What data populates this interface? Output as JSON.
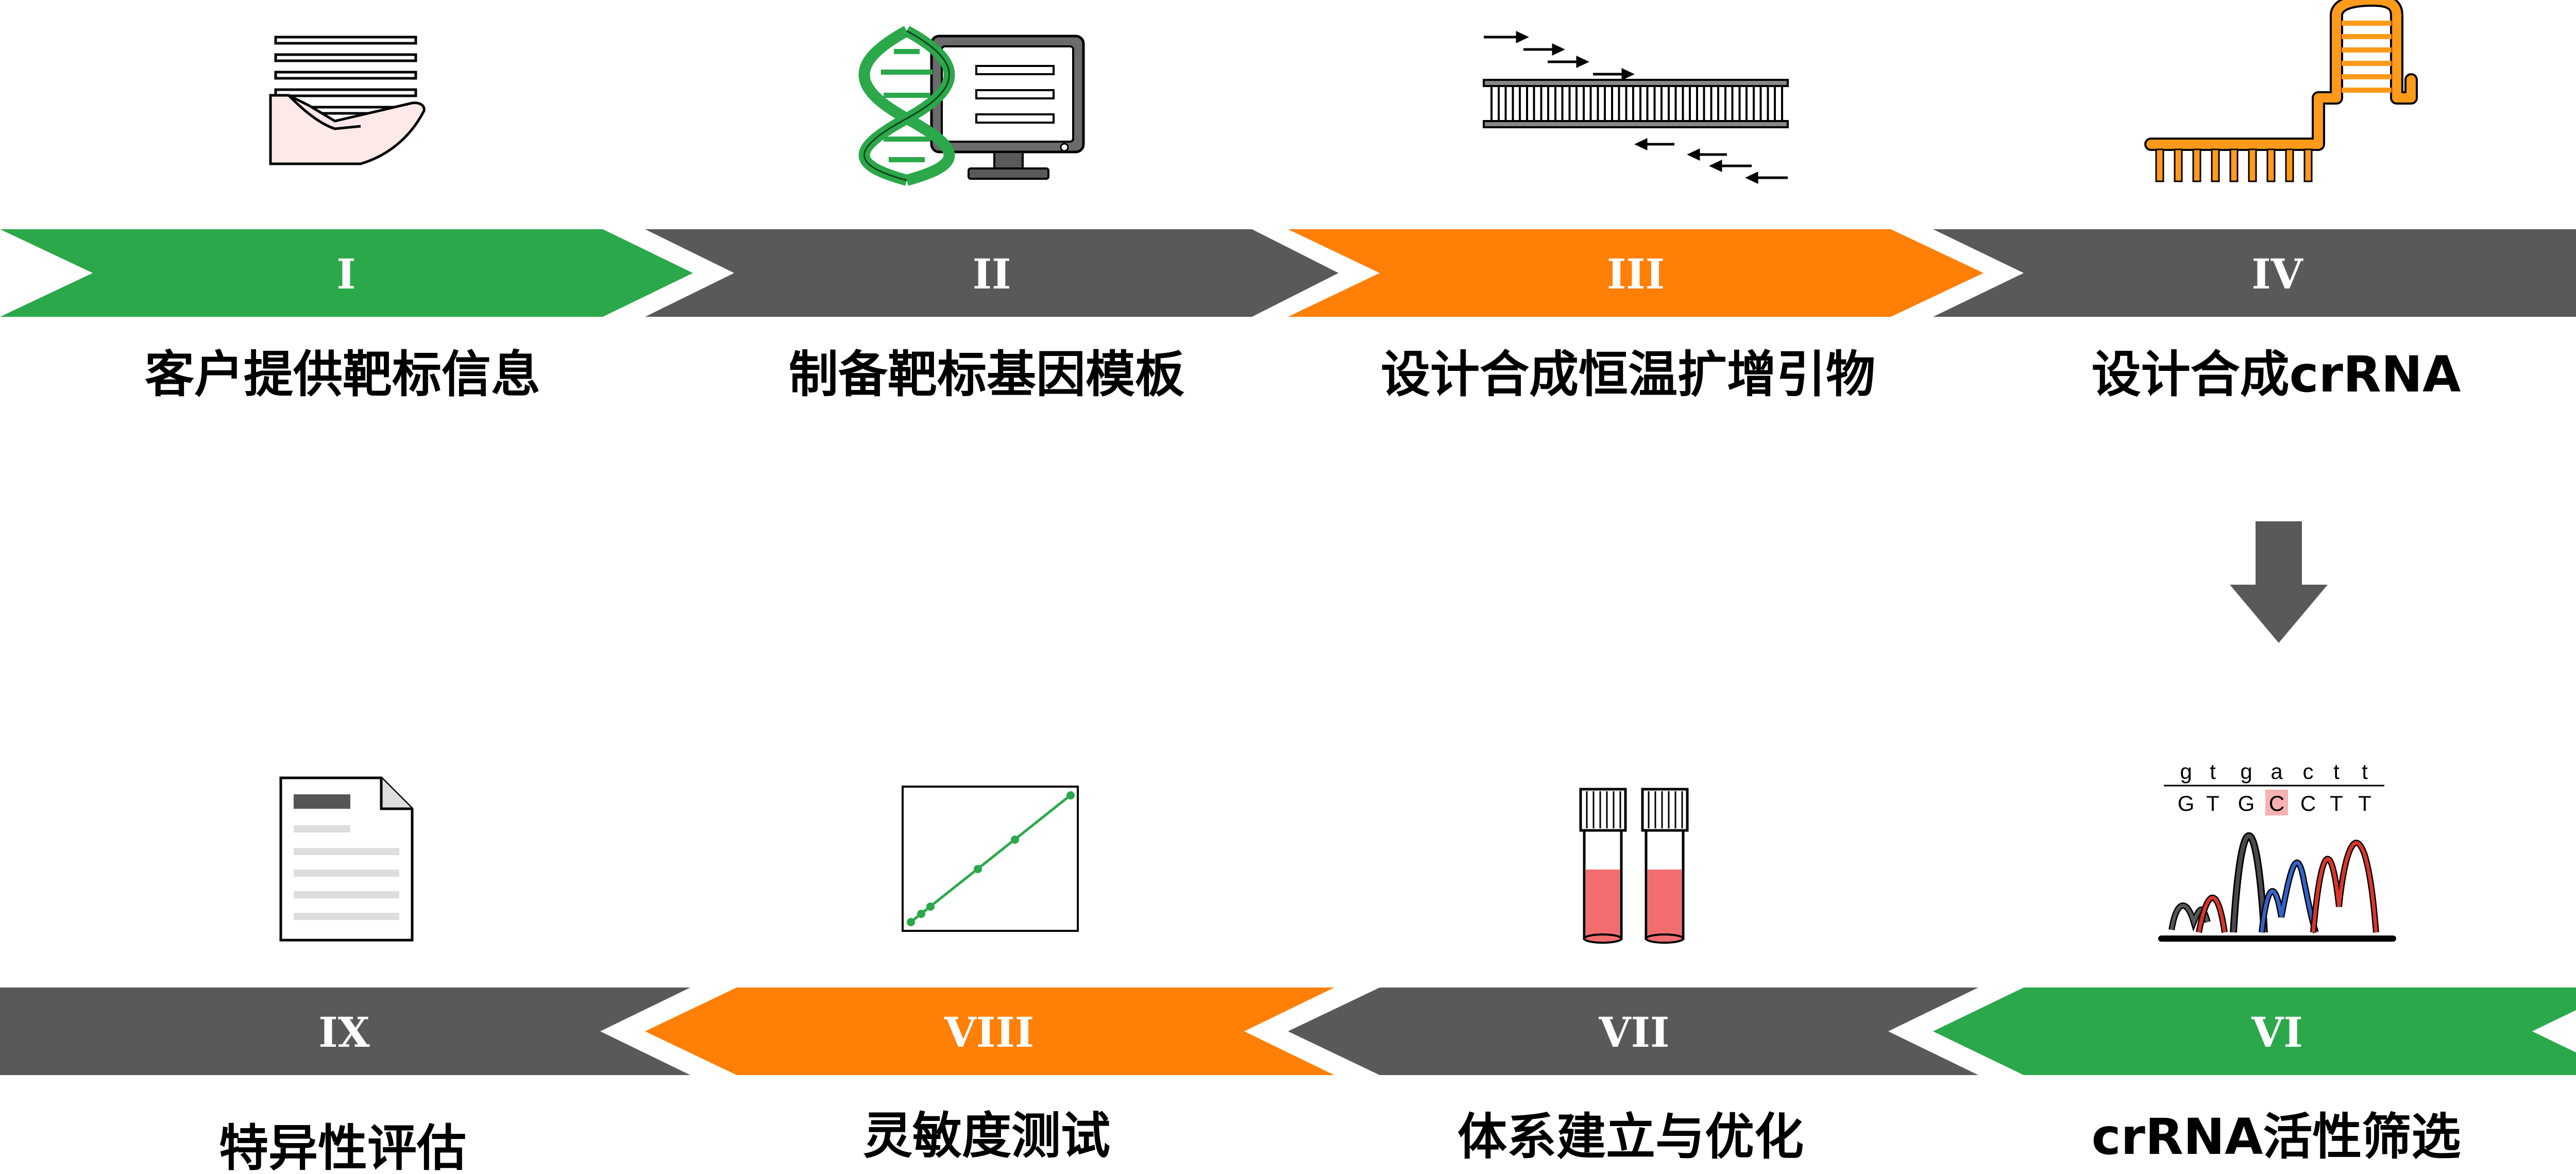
{
  "colors": {
    "green": "#2ba84a",
    "gray": "#5a5959",
    "orange": "#ff7f07",
    "red_fill": "#f26d6d",
    "text": "#000000",
    "white": "#ffffff"
  },
  "steps": [
    {
      "numeral": "I",
      "label": "客户提供靶标信息",
      "icon": "hand-holding-document-icon",
      "color": "green"
    },
    {
      "numeral": "II",
      "label": "制备靶标基因模板",
      "icon": "dna-computer-icon",
      "color": "gray"
    },
    {
      "numeral": "III",
      "label": "设计合成恒温扩增引物",
      "icon": "primer-dna-icon",
      "color": "orange"
    },
    {
      "numeral": "IV",
      "label": "设计合成crRNA",
      "icon": "crrna-hairpin-icon",
      "color": "gray"
    },
    {
      "numeral": "VI",
      "label": "crRNA活性筛选",
      "icon": "sequencing-chromatogram-icon",
      "color": "green"
    },
    {
      "numeral": "VII",
      "label": "体系建立与优化",
      "icon": "sample-tubes-icon",
      "color": "gray"
    },
    {
      "numeral": "VIII",
      "label": "灵敏度测试",
      "icon": "standard-curve-icon",
      "color": "orange"
    },
    {
      "numeral": "IX",
      "label": "特异性评估",
      "icon": "report-document-icon",
      "color": "gray"
    }
  ],
  "chromatogram": {
    "lower": [
      "g",
      "t",
      "g",
      "a",
      "c",
      "t",
      "t"
    ],
    "upper": [
      "G",
      "T",
      "G",
      "C",
      "C",
      "T",
      "T"
    ],
    "highlight_index": 3
  },
  "connector": {
    "icon": "down-arrow-icon",
    "color": "gray"
  }
}
